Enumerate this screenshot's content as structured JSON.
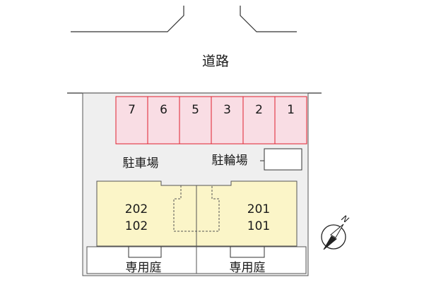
{
  "road": {
    "label": "道路"
  },
  "parking": {
    "label": "駐車場",
    "spaces": [
      "7",
      "6",
      "5",
      "3",
      "2",
      "1"
    ],
    "fill_color": "#f9dde4",
    "stroke_color": "#e0202e"
  },
  "bicycle_parking": {
    "label": "駐輪場"
  },
  "building": {
    "fill_color": "#fbf5c8",
    "west_unit": {
      "upper": "202",
      "lower": "102"
    },
    "east_unit": {
      "upper": "201",
      "lower": "101"
    }
  },
  "gardens": [
    {
      "label": "専用庭"
    },
    {
      "label": "専用庭"
    }
  ],
  "site_color": "#efefef",
  "compass": {
    "label": "N",
    "icon": "compass-north-icon"
  }
}
